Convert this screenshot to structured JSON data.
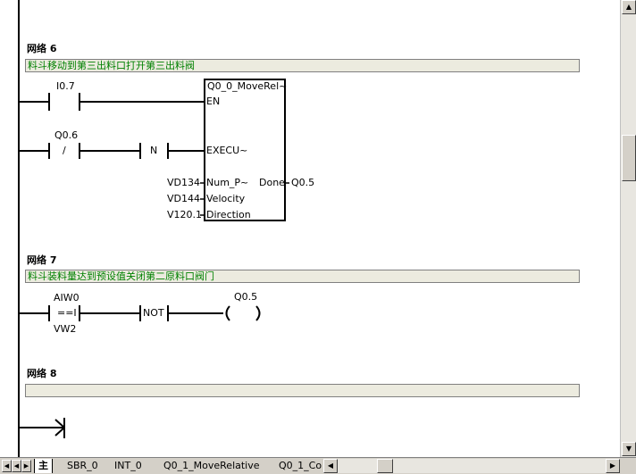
{
  "networks": [
    {
      "title": "网络 6",
      "comment": "料斗移动到第三出料口打开第三出料阀"
    },
    {
      "title": "网络 7",
      "comment": "料斗装料量达到预设值关闭第二原料口阀门"
    },
    {
      "title": "网络 8",
      "comment": ""
    }
  ],
  "net6": {
    "contact1": "I0.7",
    "contact2": "Q0.6",
    "contact2_symbol": "/",
    "n_contact": "N",
    "box_title": "Q0_0_MoveRel~",
    "en": "EN",
    "execu": "EXECU~",
    "pins": [
      {
        "input": "VD134",
        "name": "Num_P~"
      },
      {
        "input": "VD144",
        "name": "Velocity"
      },
      {
        "input": "V120.1",
        "name": "Direction"
      }
    ],
    "done": "Done",
    "done_out": "Q0.5"
  },
  "net7": {
    "compare_top": "AIW0",
    "compare_op": "==I",
    "compare_bottom": "VW2",
    "not_label": "NOT",
    "coil_addr": "Q0.5"
  },
  "tabs": [
    {
      "label": "主",
      "active": true
    },
    {
      "label": "SBR_0",
      "active": false
    },
    {
      "label": "INT_0",
      "active": false
    },
    {
      "label": "Q0_1_MoveRelative",
      "active": false
    },
    {
      "label": "Q0_1_Co",
      "active": false
    }
  ],
  "icons": {
    "up_arrow": "▲",
    "down_arrow": "▼",
    "left_arrow": "◀",
    "right_arrow": "▶"
  }
}
